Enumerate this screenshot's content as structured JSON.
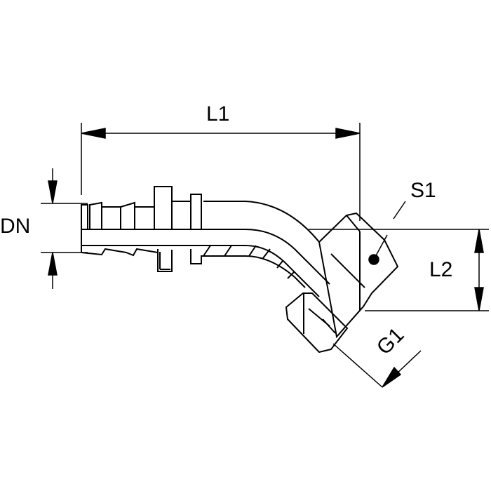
{
  "labels": {
    "l1": "L1",
    "dn": "DN",
    "s1": "S1",
    "l2": "L2",
    "g1": "G1"
  },
  "colors": {
    "line": "#000000",
    "background": "#ffffff"
  }
}
